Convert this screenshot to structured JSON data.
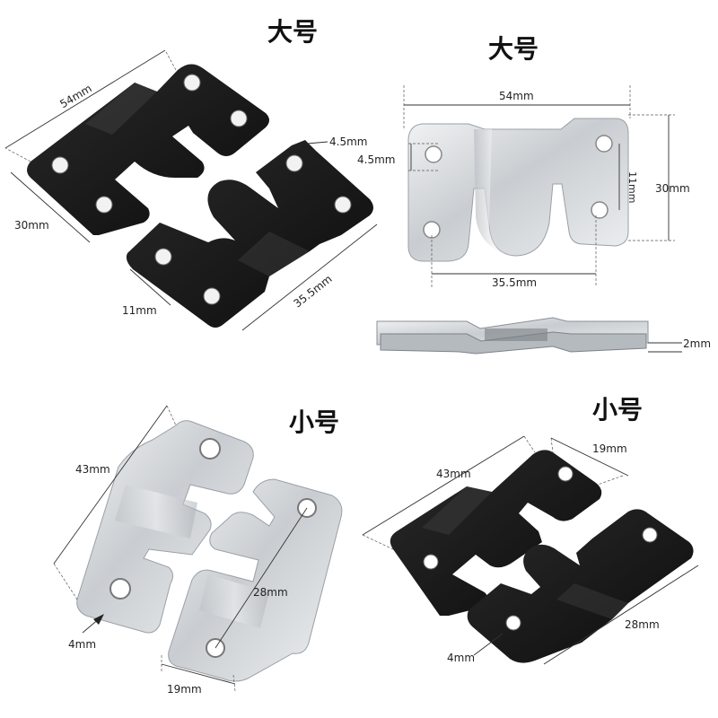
{
  "titles": {
    "large_left": "大号",
    "large_right": "大号",
    "small_left": "小号",
    "small_right": "小号"
  },
  "dimensions": {
    "large_black": {
      "width": "54mm",
      "height": "30mm",
      "hole": "4.5mm",
      "hole_spacing": "11mm",
      "length": "35.5mm"
    },
    "large_silver": {
      "width": "54mm",
      "hole": "4.5mm",
      "hole_spacing": "11mm",
      "height": "30mm",
      "length": "35.5mm"
    },
    "large_side": {
      "thickness": "2mm"
    },
    "small_silver": {
      "height": "43mm",
      "span": "28mm",
      "hole": "4mm",
      "width": "19mm"
    },
    "small_black": {
      "height": "43mm",
      "width": "19mm",
      "span": "28mm",
      "hole": "4mm"
    }
  },
  "colors": {
    "black_plate": "#141414",
    "silver_plate": "#d9dcdf",
    "background": "#ffffff"
  }
}
